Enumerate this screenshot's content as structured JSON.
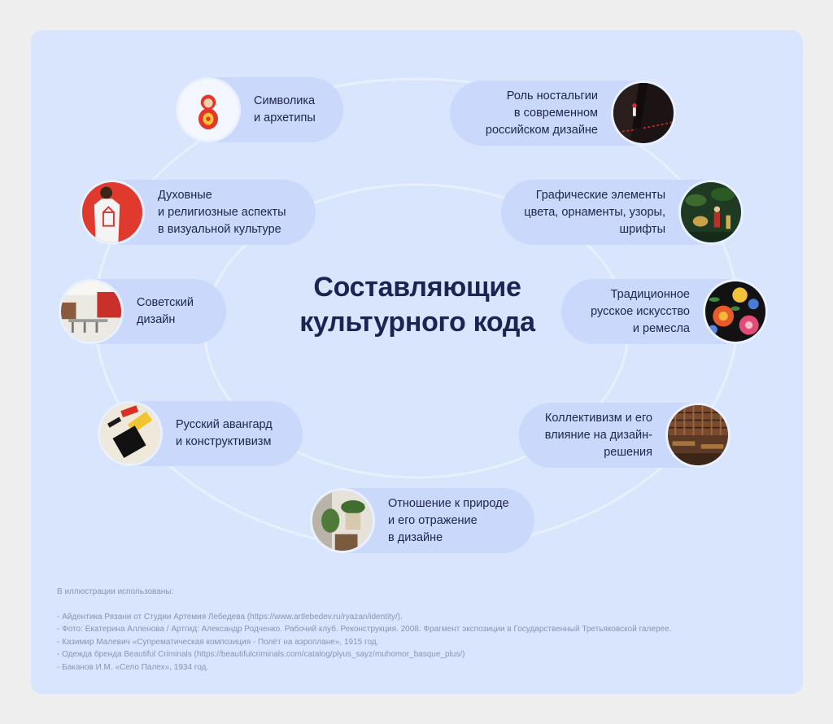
{
  "title": {
    "line1": "Составляющие",
    "line2": "культурного кода"
  },
  "nodes": {
    "symbolism": {
      "line1": "Символика",
      "line2": "и архетипы"
    },
    "spiritual": {
      "line1": "Духовные",
      "line2": "и религиозные аспекты",
      "line3": "в визуальной культуре"
    },
    "soviet": {
      "line1": "Советский",
      "line2": "дизайн"
    },
    "avantgarde": {
      "line1": "Русский авангард",
      "line2": "и конструктивизм"
    },
    "nature": {
      "line1": "Отношение к природе",
      "line2": "и его отражение",
      "line3": "в дизайне"
    },
    "nostalgia": {
      "line1": "Роль ностальгии",
      "line2": "в современном",
      "line3": "российском дизайне"
    },
    "graphic": {
      "line1": "Графические элементы",
      "line2": "цвета, орнаменты, узоры,",
      "line3": "шрифты"
    },
    "traditional": {
      "line1": "Традиционное",
      "line2": "русское искусство",
      "line3": "и ремесла"
    },
    "collectivism": {
      "line1": "Коллективизм и его",
      "line2": "влияние на дизайн-",
      "line3": "решения"
    }
  },
  "credits": {
    "heading": "В иллюстрации использованы:",
    "items": [
      "- Айдентика Рязани от Студии Артемия Лебедева (https://www.artlebedev.ru/ryazan/identity/).",
      "- Фото: Екатерина Алленова / Артгид: Александр Родченко. Рабочий клуб. Реконструкция. 2008. Фрагмент экспозиции в Государственный Третьяковской галерее.",
      "- Казимир Малевич «Супрематическая композиция - Полёт на аэроплане», 1915 год.",
      "- Одежда бренда Beautiful Criminals (https://beautifulcriminals.com/catalog/plyus_sayz/muhomor_basque_plus/)",
      "- Баканов И.М. «Село Палех», 1934 год."
    ]
  },
  "colors": {
    "background": "#eeeeee",
    "card": "#d9e5fd",
    "pill": "#c9d8fb",
    "text": "#1d2450",
    "credits": "#8a93b3"
  },
  "icons": {
    "symbolism": "matryoshka-doll-icon",
    "spiritual": "tshirt-person-icon",
    "soviet": "workers-club-interior-icon",
    "avantgarde": "suprematist-composition-icon",
    "nature": "houseplants-icon",
    "nostalgia": "embroidered-garment-icon",
    "graphic": "palekh-painting-icon",
    "traditional": "floral-ornament-icon",
    "collectivism": "library-reading-room-icon"
  }
}
